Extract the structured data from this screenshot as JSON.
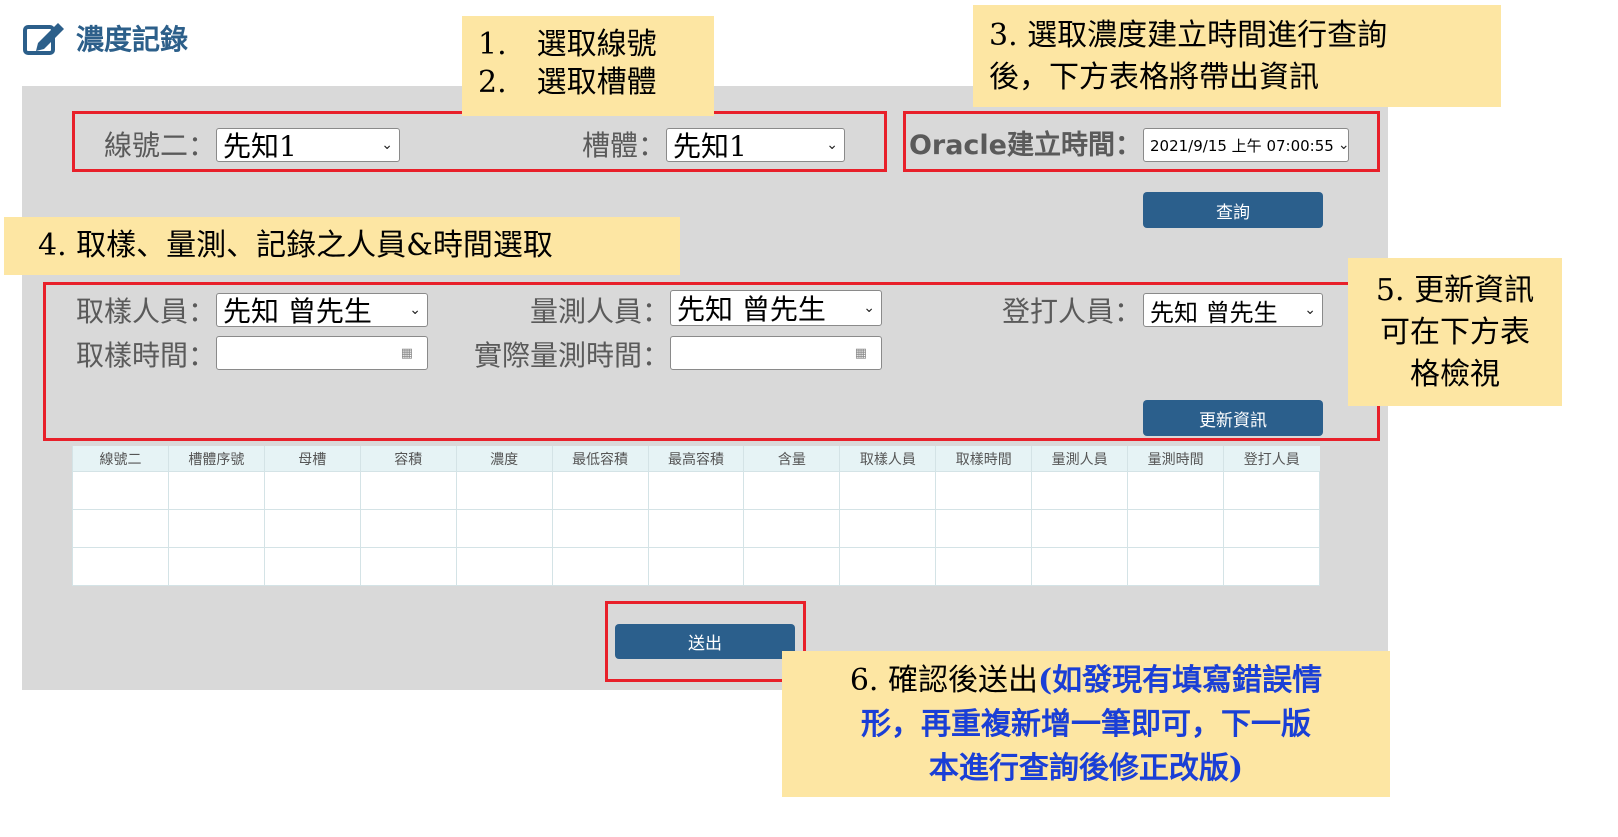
{
  "header": {
    "title": "濃度記錄"
  },
  "filters": {
    "line_label": "線號二：",
    "line_value": "先知1",
    "tank_label": "槽體：",
    "tank_value": "先知1",
    "oracle_label": "Oracle建立時間：",
    "oracle_value": "2021/9/15 上午 07:00:55",
    "query_button": "查詢"
  },
  "personnel": {
    "sampler_label": "取樣人員：",
    "sampler_value": "先知 曾先生",
    "measurer_label": "量測人員：",
    "measurer_value": "先知 曾先生",
    "recorder_label": "登打人員：",
    "recorder_value": "先知 曾先生",
    "sample_time_label": "取樣時間：",
    "measure_time_label": "實際量測時間：",
    "update_button": "更新資訊"
  },
  "table": {
    "columns": [
      "線號二",
      "槽體序號",
      "母槽",
      "容積",
      "濃度",
      "最低容積",
      "最高容積",
      "含量",
      "取樣人員",
      "取樣時間",
      "量測人員",
      "量測時間",
      "登打人員"
    ],
    "row_count": 3
  },
  "submit_button": "送出",
  "notes": {
    "note1_line1": "1.　選取線號",
    "note1_line2": "2.　選取槽體",
    "note3_line1": "3. 選取濃度建立時間進行查詢",
    "note3_line2": "後，下方表格將帶出資訊",
    "note4": "4. 取樣、量測、記錄之人員&時間選取",
    "note5_line1": "5. 更新資訊",
    "note5_line2": "可在下方表",
    "note5_line3": "格檢視",
    "note6_prefix": "6. 確認後送出",
    "note6_line1_blue": "(如發現有填寫錯誤情",
    "note6_line2_blue": "形，再重複新增一筆即可，下一版",
    "note6_line3_blue": "本進行查詢後修正改版)"
  },
  "colors": {
    "accent": "#2b5f8c",
    "highlight_box": "#e8202a",
    "note_bg": "#fde6a3",
    "note_blue": "#1a3fd6"
  }
}
